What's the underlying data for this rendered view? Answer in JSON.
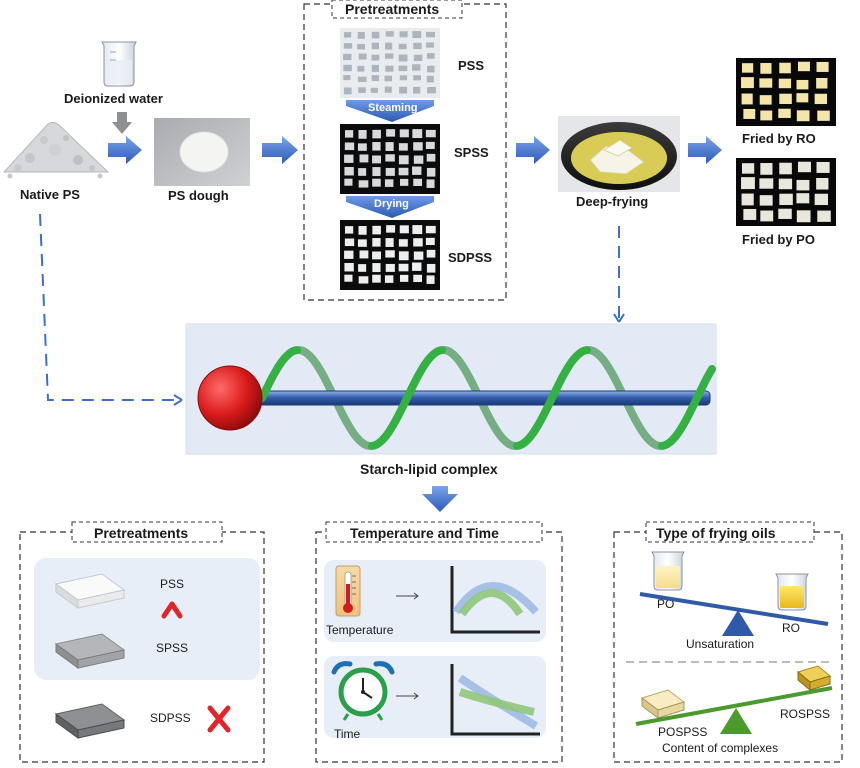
{
  "flow": {
    "deionized_water": "Deionized water",
    "native_ps": "Native PS",
    "ps_dough": "PS dough",
    "pretreatments_title": "Pretreatments",
    "pss": "PSS",
    "steaming": "Steaming",
    "spss": "SPSS",
    "drying": "Drying",
    "sdpss": "SDPSS",
    "deep_frying": "Deep-frying",
    "fried_by_ro": "Fried by RO",
    "fried_by_po": "Fried by PO"
  },
  "complex": {
    "label": "Starch-lipid complex"
  },
  "panels": {
    "pretreatments": {
      "title": "Pretreatments",
      "pss": "PSS",
      "spss": "SPSS",
      "sdpss": "SDPSS"
    },
    "temp_time": {
      "title": "Temperature and Time",
      "temperature": "Temperature",
      "time": "Time"
    },
    "oils": {
      "title": "Type of frying oils",
      "po": "PO",
      "ro": "RO",
      "unsaturation": "Unsaturation",
      "pospss": "POSPSS",
      "rospss": "ROSPSS",
      "content": "Content of complexes"
    }
  },
  "colors": {
    "arrow_blue": "#3d6fc9",
    "helix_green": "#2e9e3a",
    "sphere_red": "#d91a1a",
    "rod_blue": "#2f5aa8",
    "panel_bg": "#e8eef8",
    "check_red": "#e0262a"
  }
}
